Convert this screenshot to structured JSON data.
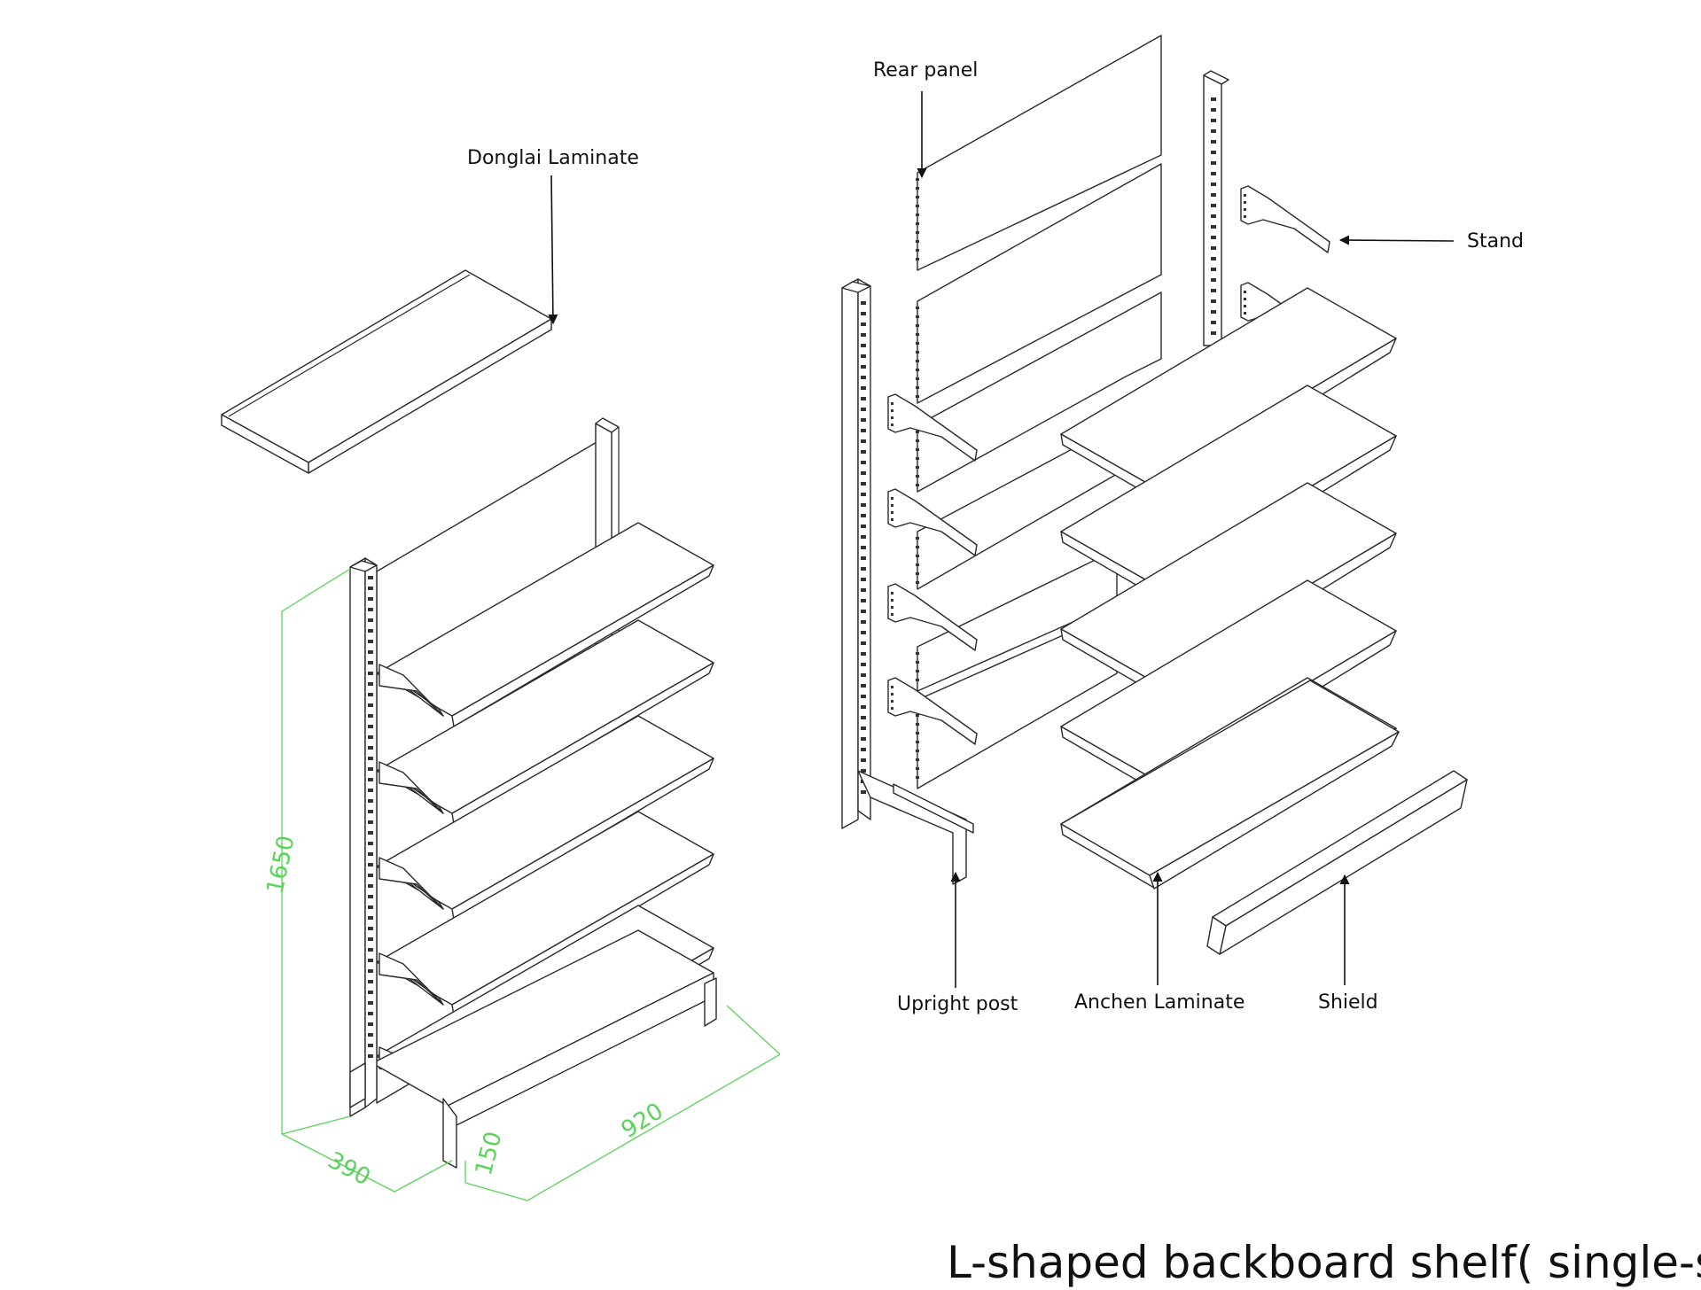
{
  "title": "L-shaped backboard shelf( single-sided)",
  "labels": {
    "donglai_laminate": "Donglai Laminate",
    "rear_panel": "Rear panel",
    "stand": "Stand",
    "upright_post": "Upright post",
    "anchen_laminate": "Anchen Laminate",
    "shield": "Shield"
  },
  "dimensions": {
    "height": "1650",
    "depth": "390",
    "width": "920",
    "base": "150"
  },
  "colors": {
    "line": "#2a2a2a",
    "dimension": "#5ad35a",
    "text": "#111111"
  }
}
